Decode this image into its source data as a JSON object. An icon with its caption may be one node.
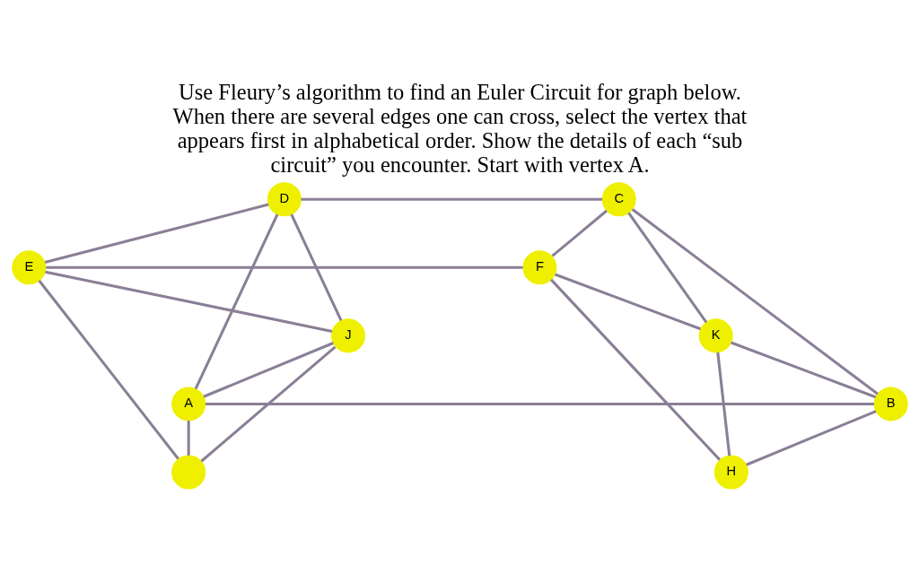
{
  "diagram": {
    "title": "Use Fleury’s algorithm to find an Euler Circuit for graph below. When there are several edges one can cross, select the vertex that appears first in alphabetical order. Show the details of each “sub circuit” you encounter. Start with vertex A.",
    "nodes": [
      {
        "text": [
          "D"
        ]
      },
      {
        "text": [
          "C"
        ]
      },
      {
        "text": [
          "E"
        ]
      },
      {
        "text": [
          "F"
        ]
      },
      {
        "text": [
          "J"
        ]
      },
      {
        "text": [
          "K"
        ]
      },
      {
        "text": [
          "A"
        ]
      },
      {
        "text": [
          "B"
        ]
      },
      {
        "text": [],
        "shape": "circle"
      },
      {
        "text": [
          "H"
        ]
      }
    ],
    "edges": [
      {
        "from": 0,
        "to": 1,
        "arrow": "none"
      },
      {
        "from": 0,
        "to": 2,
        "arrow": "none"
      },
      {
        "from": 0,
        "to": 4,
        "arrow": "none"
      },
      {
        "from": 0,
        "to": 6,
        "arrow": "none"
      },
      {
        "from": 1,
        "to": 3,
        "arrow": "none"
      },
      {
        "from": 1,
        "to": 7,
        "arrow": "none"
      },
      {
        "from": 1,
        "to": 5,
        "arrow": "none"
      },
      {
        "from": 2,
        "to": 3,
        "arrow": "none"
      },
      {
        "from": 2,
        "to": 4,
        "arrow": "none"
      },
      {
        "from": 2,
        "to": 8,
        "arrow": "none"
      },
      {
        "from": 3,
        "to": 5,
        "arrow": "none"
      },
      {
        "from": 3,
        "to": 9,
        "arrow": "none"
      },
      {
        "from": 4,
        "to": 6,
        "arrow": "none"
      },
      {
        "from": 4,
        "to": 8,
        "arrow": "none"
      },
      {
        "from": 5,
        "to": 7,
        "arrow": "none"
      },
      {
        "from": 5,
        "to": 9,
        "arrow": "none"
      },
      {
        "from": 6,
        "to": 7,
        "arrow": "none"
      },
      {
        "from": 6,
        "to": 8,
        "arrow": "none"
      },
      {
        "from": 7,
        "to": 9,
        "arrow": "none"
      }
    ]
  }
}
